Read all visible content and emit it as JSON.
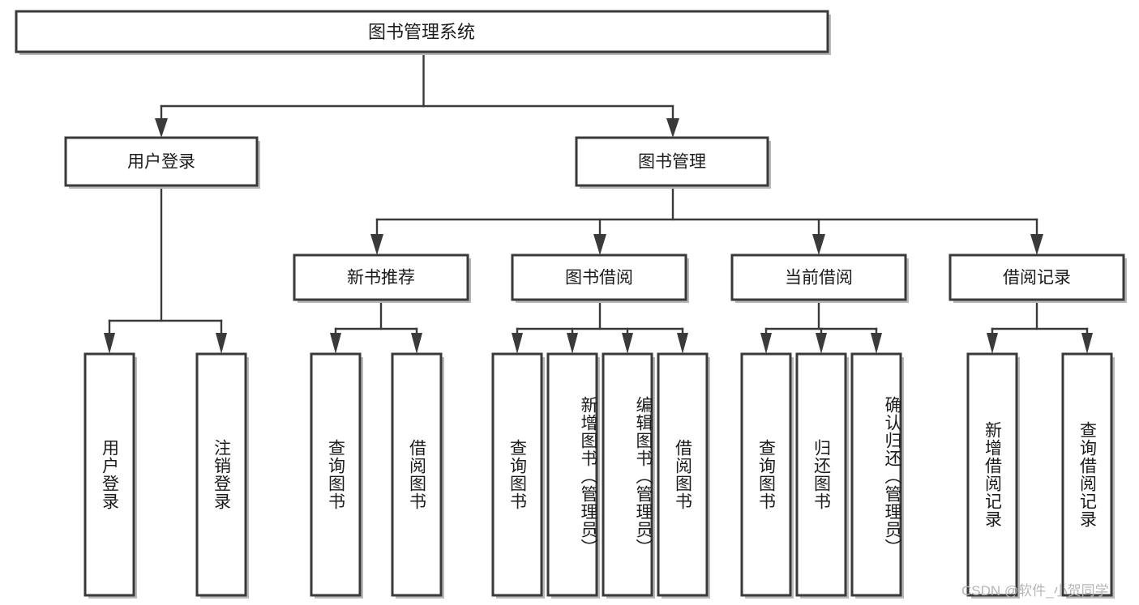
{
  "diagram": {
    "title": "图书管理系统",
    "type": "tree-hierarchy",
    "watermark": "CSDN @软件_小贺同学",
    "colors": {
      "box_stroke": "#3a3a3a",
      "box_fill": "#ffffff",
      "edge": "#3a3a3a",
      "text": "#1b1b1b",
      "watermark": "#b6b6b6"
    },
    "root": {
      "label": "图书管理系统"
    },
    "level1": [
      {
        "label": "用户登录"
      },
      {
        "label": "图书管理"
      }
    ],
    "level2": [
      {
        "label": "新书推荐"
      },
      {
        "label": "图书借阅"
      },
      {
        "label": "当前借阅"
      },
      {
        "label": "借阅记录"
      }
    ],
    "leaves": {
      "user_login": [
        {
          "label": "用户登录"
        },
        {
          "label": "注销登录"
        }
      ],
      "new_book_recommend": [
        {
          "label": "查询图书"
        },
        {
          "label": "借阅图书"
        }
      ],
      "book_borrow": [
        {
          "label": "查询图书"
        },
        {
          "label": "新增图书（管理员）"
        },
        {
          "label": "编辑图书（管理员）"
        },
        {
          "label": "借阅图书"
        }
      ],
      "current_borrow": [
        {
          "label": "查询图书"
        },
        {
          "label": "归还图书"
        },
        {
          "label": "确认归还（管理员）"
        }
      ],
      "borrow_record": [
        {
          "label": "新增借阅记录"
        },
        {
          "label": "查询借阅记录"
        }
      ]
    }
  }
}
